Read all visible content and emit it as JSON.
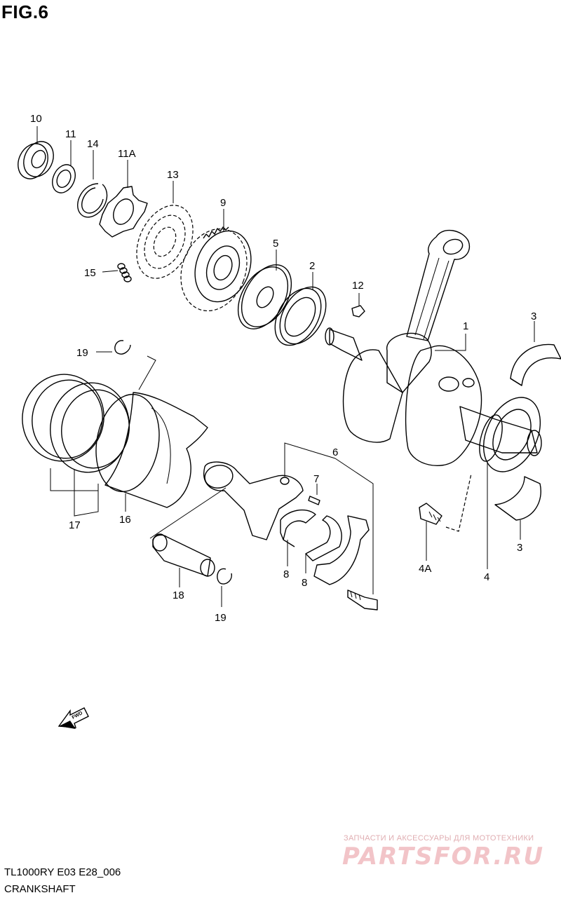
{
  "figure": {
    "title": "FIG.6"
  },
  "callouts": [
    {
      "id": "c10",
      "label": "10"
    },
    {
      "id": "c11",
      "label": "11"
    },
    {
      "id": "c14",
      "label": "14"
    },
    {
      "id": "c11a",
      "label": "11A"
    },
    {
      "id": "c13",
      "label": "13"
    },
    {
      "id": "c9",
      "label": "9"
    },
    {
      "id": "c15",
      "label": "15"
    },
    {
      "id": "c5",
      "label": "5"
    },
    {
      "id": "c2",
      "label": "2"
    },
    {
      "id": "c12",
      "label": "12"
    },
    {
      "id": "c1",
      "label": "1"
    },
    {
      "id": "c3a",
      "label": "3"
    },
    {
      "id": "c19a",
      "label": "19"
    },
    {
      "id": "c6",
      "label": "6"
    },
    {
      "id": "c7",
      "label": "7"
    },
    {
      "id": "c17",
      "label": "17"
    },
    {
      "id": "c16",
      "label": "16"
    },
    {
      "id": "c8a",
      "label": "8"
    },
    {
      "id": "c8b",
      "label": "8"
    },
    {
      "id": "c4a",
      "label": "4A"
    },
    {
      "id": "c4",
      "label": "4"
    },
    {
      "id": "c3b",
      "label": "3"
    },
    {
      "id": "c18",
      "label": "18"
    },
    {
      "id": "c19b",
      "label": "19"
    }
  ],
  "fwd_arrow": {
    "label": "FWD",
    "icon": "forward-arrow-icon"
  },
  "footer": {
    "model_code": "TL1000RY E03 E28_006",
    "section_name": "CRANKSHAFT"
  },
  "watermark": {
    "tagline": "ЗАПЧАСТИ И АКСЕССУАРЫ ДЛЯ МОТОТЕХНИКИ",
    "logo_text": "PARTSFOR.RU"
  }
}
